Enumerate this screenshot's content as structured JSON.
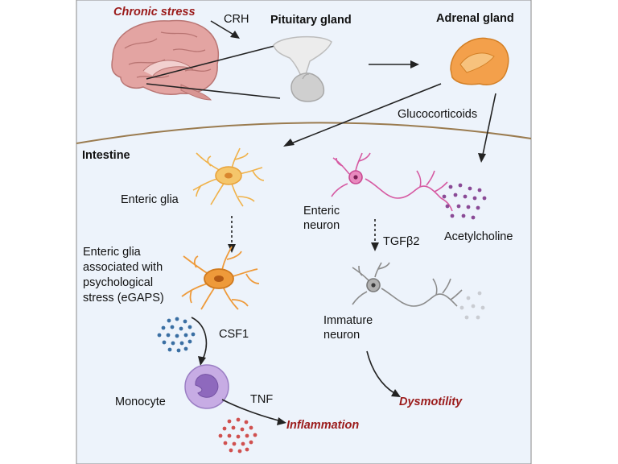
{
  "labels": {
    "chronic_stress": "Chronic stress",
    "crh": "CRH",
    "pituitary_gland": "Pituitary gland",
    "adrenal_gland": "Adrenal gland",
    "glucocorticoids": "Glucocorticoids",
    "intestine": "Intestine",
    "enteric_glia": "Enteric glia",
    "egaps_line1": "Enteric glia",
    "egaps_line2": "associated with",
    "egaps_line3": "psychological",
    "egaps_line4": "stress (eGAPS)",
    "csf1": "CSF1",
    "monocyte": "Monocyte",
    "tnf": "TNF",
    "inflammation": "Inflammation",
    "enteric_neuron_line1": "Enteric",
    "enteric_neuron_line2": "neuron",
    "tgfb2": "TGFβ2",
    "acetylcholine": "Acetylcholine",
    "immature_neuron_line1": "Immature",
    "immature_neuron_line2": "neuron",
    "dysmotility": "Dysmotility"
  },
  "colors": {
    "background": "#edf3fb",
    "panel_border": "#8a8a8a",
    "divider": "#9a7b4f",
    "emphasis_red": "#9b1b1b",
    "brain": "#e3a4a2",
    "adrenal": "#f3a04b",
    "glia": "#f5c66b",
    "egaps_glia": "#ee9a3a",
    "enteric_neuron": "#d65aa2",
    "immature_neuron": "#8c8c8c",
    "monocyte": "#b595d8",
    "csf1_dots": "#3a6fa3",
    "tnf_dots": "#d0504f",
    "acetylcholine_dots": "#8a4a96"
  },
  "icons": [
    "brain-icon",
    "pituitary-icon",
    "adrenal-icon",
    "glia-icon",
    "egaps-glia-icon",
    "monocyte-icon",
    "enteric-neuron-icon",
    "immature-neuron-icon",
    "csf1-dots-icon",
    "tnf-dots-icon",
    "acetylcholine-dots-icon"
  ]
}
